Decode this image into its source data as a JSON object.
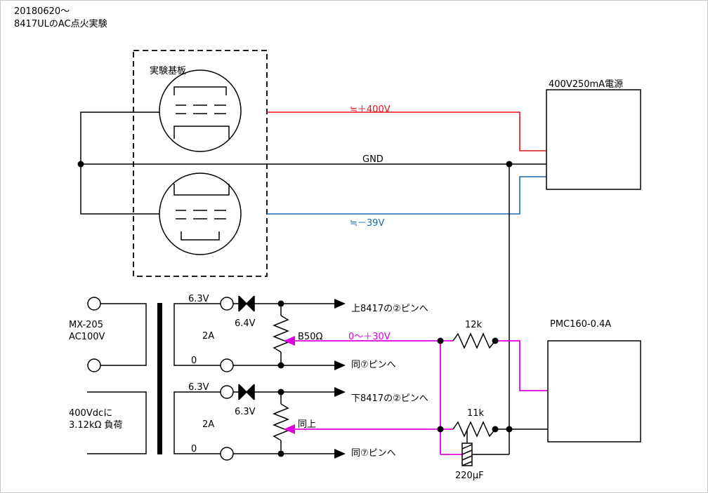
{
  "header": {
    "date": "20180620～",
    "title": "8417ULのAC点火実験"
  },
  "labels": {
    "test_board": "実験基板",
    "power_supply": "400V250mA電源",
    "plus_400v": "≒＋400V",
    "gnd": "GND",
    "minus_39v": "≒－39V",
    "pmc": "PMC160-0.4A",
    "mx205": "MX-205",
    "ac100v": "AC100V",
    "load_line1": "400Vdcに",
    "load_line2": "3.12kΩ 負荷",
    "t1_v": "6.3V",
    "t1_a": "2A",
    "t1_zero": "0",
    "t2_v": "6.3V",
    "t2_a": "2A",
    "t2_zero": "0",
    "diode1_v": "6.4V",
    "diode2_v": "6.3V",
    "pot1": "B50Ω",
    "pot2": "同上",
    "bias_range": "0～＋30V",
    "r1": "12k",
    "r2": "11k",
    "cap": "220μF",
    "out1": "上8417の②ピンへ",
    "out2": "同⑦ピンへ",
    "out3": "下8417の②ピンへ",
    "out4": "同⑦ピンへ"
  },
  "colors": {
    "wire": "#000000",
    "plus": "#e0141e",
    "minus": "#1a6ab0",
    "bias": "#e000e0",
    "frame": "#c8c8c8"
  }
}
